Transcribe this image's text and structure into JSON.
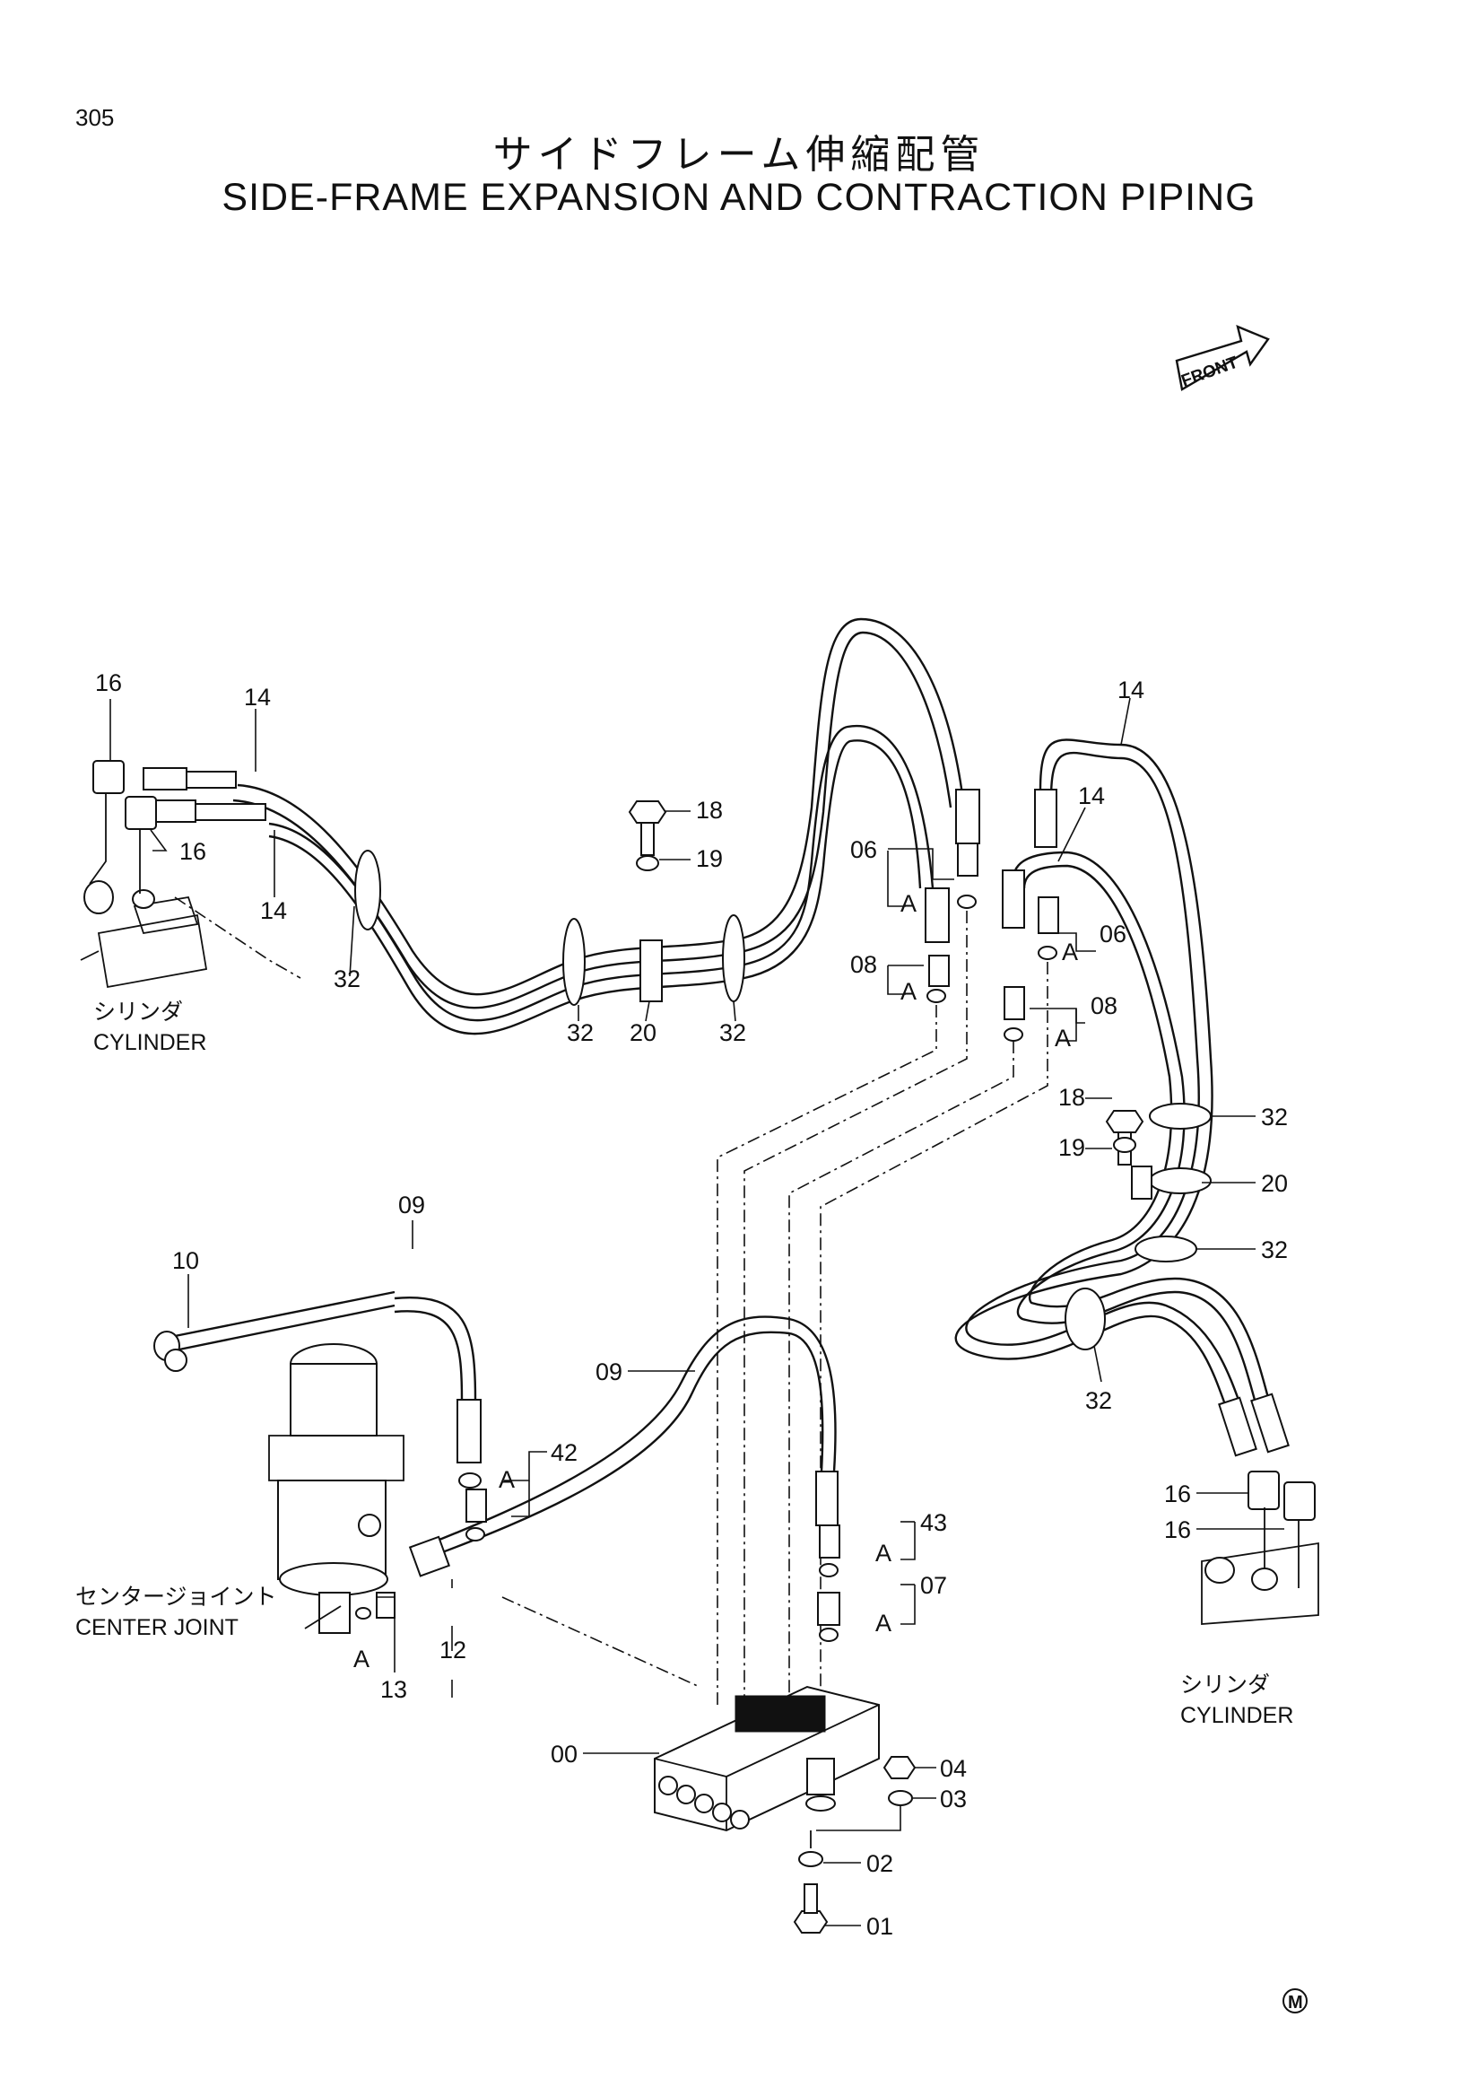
{
  "page": {
    "number": "305"
  },
  "title": {
    "japanese": "サイドフレーム伸縮配管",
    "english": "SIDE-FRAME EXPANSION AND CONTRACTION PIPING"
  },
  "front_marker": "FRONT",
  "captions": {
    "cylinder_left_ja": "シリンダ",
    "cylinder_left_en": "CYLINDER",
    "cylinder_right_ja": "シリンダ",
    "cylinder_right_en": "CYLINDER",
    "center_joint_ja": "センタージョイント",
    "center_joint_en": "CENTER JOINT"
  },
  "detail_marker": "A",
  "part_labels": {
    "p00": "00",
    "p01": "01",
    "p02": "02",
    "p03": "03",
    "p04": "04",
    "p06": "06",
    "p07": "07",
    "p08": "08",
    "p09": "09",
    "p10": "10",
    "p12": "12",
    "p13": "13",
    "p14": "14",
    "p16": "16",
    "p18": "18",
    "p19": "19",
    "p20": "20",
    "p32": "32",
    "p42": "42",
    "p43": "43"
  },
  "maker_mark": "M"
}
